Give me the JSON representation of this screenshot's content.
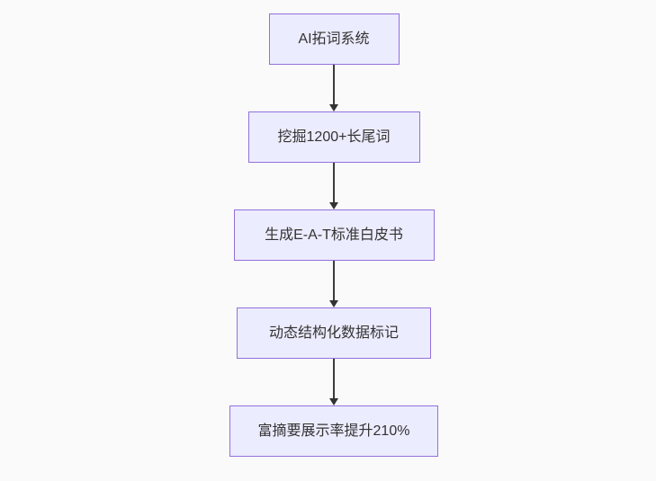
{
  "flowchart": {
    "type": "flowchart",
    "direction": "top-down",
    "nodes": [
      {
        "id": "n1",
        "label": "AI拓词系统"
      },
      {
        "id": "n2",
        "label": "挖掘1200+长尾词"
      },
      {
        "id": "n3",
        "label": "生成E-A-T标准白皮书"
      },
      {
        "id": "n4",
        "label": "动态结构化数据标记"
      },
      {
        "id": "n5",
        "label": "富摘要展示率提升210%"
      }
    ],
    "edges": [
      {
        "from": "n1",
        "to": "n2",
        "style": "arrow-down"
      },
      {
        "from": "n2",
        "to": "n3",
        "style": "arrow-down"
      },
      {
        "from": "n3",
        "to": "n4",
        "style": "arrow-down"
      },
      {
        "from": "n4",
        "to": "n5",
        "style": "arrow-down"
      }
    ],
    "colors": {
      "node_fill": "#ECECFF",
      "node_border": "#9370DB",
      "node_text": "#333333",
      "arrow": "#333333",
      "background": "#fafafa"
    }
  }
}
